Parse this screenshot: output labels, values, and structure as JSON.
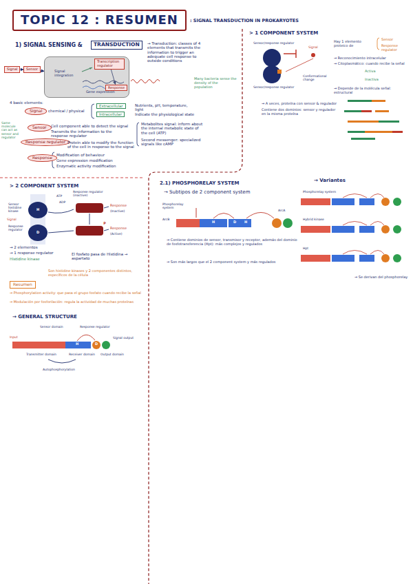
{
  "diagram": {
    "title": "TOPIC 12 : RESUMEN",
    "nodes": [
      {
        "text": [
          "TOPIC 12 : RESUMEN"
        ]
      },
      {
        "text": [
          "TRANSDUCTION"
        ]
      },
      {
        "text": [
          "Signal"
        ]
      },
      {
        "text": [
          "Sensor"
        ]
      },
      {
        "text": [
          "Signal integration",
          "Gene expression"
        ]
      },
      {
        "text": [
          "Transcription regulator"
        ],
        "in": 4
      },
      {
        "text": [
          "Response"
        ],
        "in": 4
      },
      {
        "text": [
          "Signal"
        ]
      },
      {
        "text": [
          "Sensor"
        ]
      },
      {
        "text": [
          "Response regulator"
        ]
      },
      {
        "text": [
          "Response"
        ]
      },
      {
        "text": [
          "Extracellular"
        ]
      },
      {
        "text": [
          "Intracellular"
        ]
      },
      {
        "text": [
          "Resumen"
        ]
      }
    ],
    "edges": [
      {
        "from": 2,
        "to": 3,
        "arrow": "to"
      },
      {
        "from": 3,
        "to": 4,
        "arrow": "to"
      },
      {
        "from": 5,
        "to": 6,
        "arrow": "to"
      }
    ],
    "labels": [
      ": SIGNAL TRANSDUCTION IN PROKARYOTES",
      "1) SIGNAL SENSING &",
      "→ Transduction: classes of 4 elements that transmits the information to trigger an adequate cell response to outside conditions",
      "Many bacteria sense the density of the population",
      "4 basic elements:",
      "chemical / physical",
      "Nutrients, pH, temperature, light",
      "Indicate the physiological state",
      "Metabolites signal: inform about the internal metabolic state of the cell (ATP)",
      "Second messenger: specialized signals like cAMP",
      "Cell component able to detect the signal",
      "Transmits the information to the response regulator",
      "Protein able to modify the function of the cell in response to the signal",
      "Same molecule can act as sensor and regulator",
      "Modification of behaviour",
      "Gene expression modification",
      "Enzymatic activity modification",
      "> 1 COMPONENT SYSTEM",
      "Sensor/response regulator",
      "Signal",
      "Conformational change",
      "Sensor/response regulator",
      "Hay 1 elemento proteico de",
      "Sensor",
      "Response regulator",
      "→ Reconocimiento intracelular",
      "→ Citoplasmático: cuando recibe la señal",
      "Activa",
      "Inactiva",
      "→ Depende de la molécula señal: estructural",
      "→ A veces, proteína con sensor & regulador",
      "Contiene dos dominios: sensor y regulador en la misma proteína",
      "> 2 COMPONENT SYSTEM",
      "ATP",
      "ADP",
      "Sensor histidine kinase",
      "H",
      "Signal",
      "D",
      "Response regulator",
      "Response regulator (inactive)",
      "Response",
      "(Inactive)",
      "P",
      "Response",
      "(Active)",
      "→ 2 elementos",
      "→ 1 response regulator",
      "Histidine kinase",
      "El fosfato pasa de Histidina → aspartato",
      "Son histidine kinases y 2 componentes distintos, específicos de la célula",
      "→ Phosphorylation activity: que pasa el grupo fosfato cuando recibe la señal",
      "→ Modulación por fosforilación: regula la actividad de muchas proteínas",
      "→ GENERAL STRUCTURE",
      "Sensor domain",
      "Response regulator",
      "Input",
      "H",
      "D",
      "Signal output",
      "Transmitter domain",
      "Receiver domain",
      "Output domain",
      "Autophosphorylation",
      "2.1) PHOSPHORELAY SYSTEM",
      "→ Subtipos de 2 component system",
      "Phosphorelay system",
      "ArcB",
      "ArcA",
      "H",
      "D",
      "H",
      "→ Contiene dominios de sensor, transmisor y receptor, además del dominio de fosfotransferencia (Hpt): más complejos y regulados",
      "→ Son más largos que el 2 component system y más regulados",
      "→ Variantes",
      "Phosphorelay system",
      "Hybrid kinase",
      "Hpt",
      "→ Se derivan del phosphorelay"
    ]
  }
}
